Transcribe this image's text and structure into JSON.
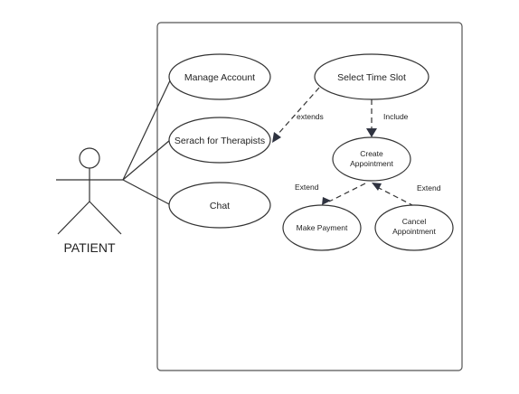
{
  "actor": {
    "name": "PATIENT",
    "icon": "stick-figure-icon"
  },
  "use_cases": {
    "manage_account": "Manage Account",
    "search_therapists": "Serach for Therapists",
    "chat": "Chat",
    "select_time_slot": "Select Time Slot",
    "create_appointment_line1": "Create",
    "create_appointment_line2": "Appointment",
    "make_payment": "Make Payment",
    "cancel_appointment_line1": "Cancel",
    "cancel_appointment_line2": "Appointment"
  },
  "relationships": {
    "extends": "extends",
    "include": "Include",
    "extend_left": "Extend",
    "extend_right": "Extend"
  },
  "colors": {
    "line": "#333333",
    "arrowhead": "#2f3340",
    "background": "#ffffff"
  }
}
